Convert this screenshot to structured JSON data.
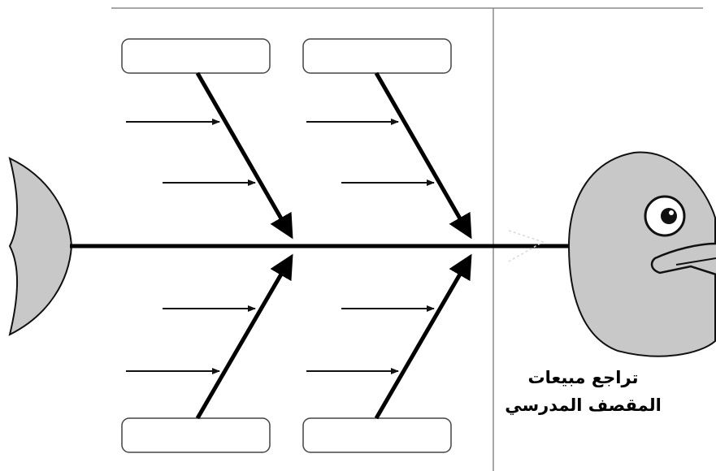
{
  "diagram": {
    "type": "fishbone",
    "cause_boxes": [
      {
        "position": "top-left",
        "label": ""
      },
      {
        "position": "top-right",
        "label": ""
      },
      {
        "position": "bottom-left",
        "label": ""
      },
      {
        "position": "bottom-right",
        "label": ""
      }
    ],
    "sub_causes_per_bone": 2,
    "effect": {
      "line1": "تراجع مبيعات",
      "line2": "المقصف المدرسي"
    },
    "colors": {
      "fish_fill": "#c8c8c8",
      "outline": "#000000",
      "divider": "#8a8a8a",
      "box_border": "#444444"
    }
  }
}
